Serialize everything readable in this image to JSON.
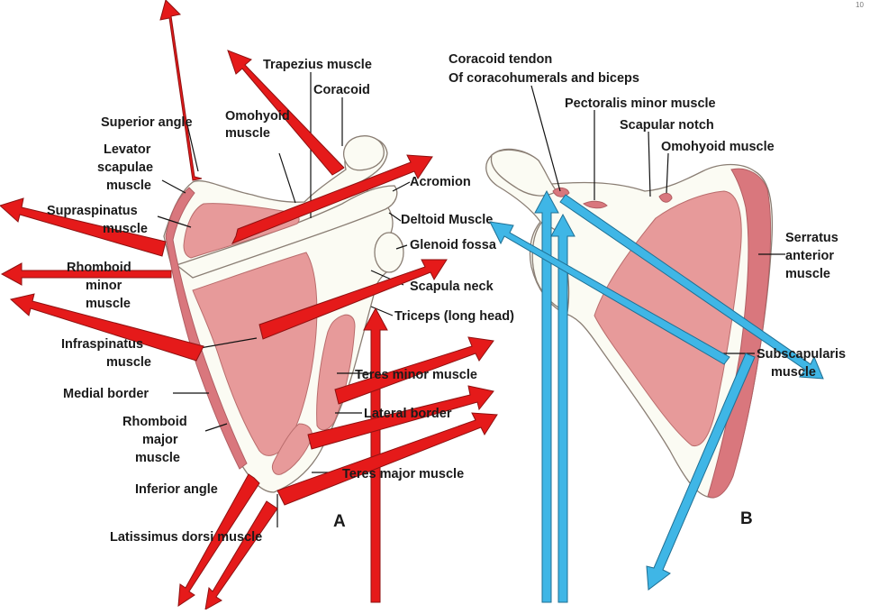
{
  "corner_mark": "10",
  "colors": {
    "red_arrow": "#e51a1a",
    "blue_arrow": "#3fb6e6",
    "muscle": "#e79a9a",
    "bone": "#fbfbf3"
  },
  "panel_a": {
    "label": "A",
    "labels": {
      "trapezius": "Trapezius muscle",
      "coracoid": "Coracoid",
      "superior_angle": "Superior angle",
      "omohyoid_1": "Omohyoid",
      "omohyoid_2": "muscle",
      "levator_1": "Levator",
      "levator_2": "scapulae",
      "levator_3": "muscle",
      "acromion": "Acromion",
      "supraspinatus_1": "Supraspinatus",
      "supraspinatus_2": "muscle",
      "deltoid": "Deltoid Muscle",
      "glenoid": "Glenoid fossa",
      "rhomboid_minor_1": "Rhomboid",
      "rhomboid_minor_2": "minor",
      "rhomboid_minor_3": "muscle",
      "scapula_neck": "Scapula neck",
      "triceps": "Triceps (long head)",
      "infraspinatus_1": "Infraspinatus",
      "infraspinatus_2": "muscle",
      "teres_minor": "Teres minor muscle",
      "medial_border": "Medial border",
      "lateral_border": "Lateral border",
      "rhomboid_major_1": "Rhomboid",
      "rhomboid_major_2": "major",
      "rhomboid_major_3": "muscle",
      "teres_major": "Teres major muscle",
      "inferior_angle": "Inferior angle",
      "latissimus": "Latissimus dorsi muscle"
    }
  },
  "panel_b": {
    "label": "B",
    "labels": {
      "coracoid_tendon_1": "Coracoid tendon",
      "coracoid_tendon_2": "Of coracohumerals and biceps",
      "pectoralis_minor": "Pectoralis minor muscle",
      "scapular_notch": "Scapular notch",
      "omohyoid": "Omohyoid muscle",
      "serratus_1": "Serratus",
      "serratus_2": "anterior",
      "serratus_3": "muscle",
      "subscapularis_1": "Subscapularis",
      "subscapularis_2": "muscle"
    }
  }
}
